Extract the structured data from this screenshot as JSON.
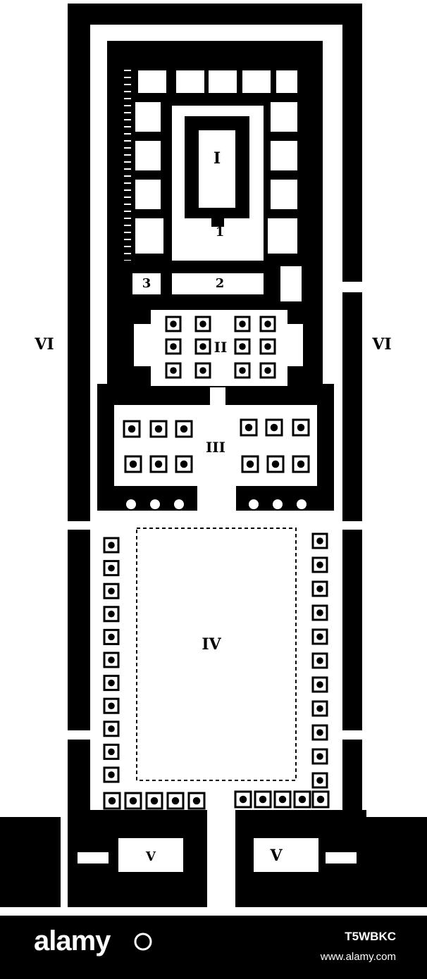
{
  "plan": {
    "labels": {
      "sanctuary": "I",
      "antechamber_1": "1",
      "antechamber_2": "2",
      "side_room_3": "3",
      "hypostyle_small": "II",
      "hypostyle_large": "III",
      "court": "IV",
      "pylon_left": "V",
      "pylon_right": "V",
      "corridor_left": "VI",
      "corridor_right": "VI"
    }
  },
  "footer": {
    "brand": "alamy",
    "image_id": "T5WBKC",
    "site": "www.alamy.com"
  }
}
